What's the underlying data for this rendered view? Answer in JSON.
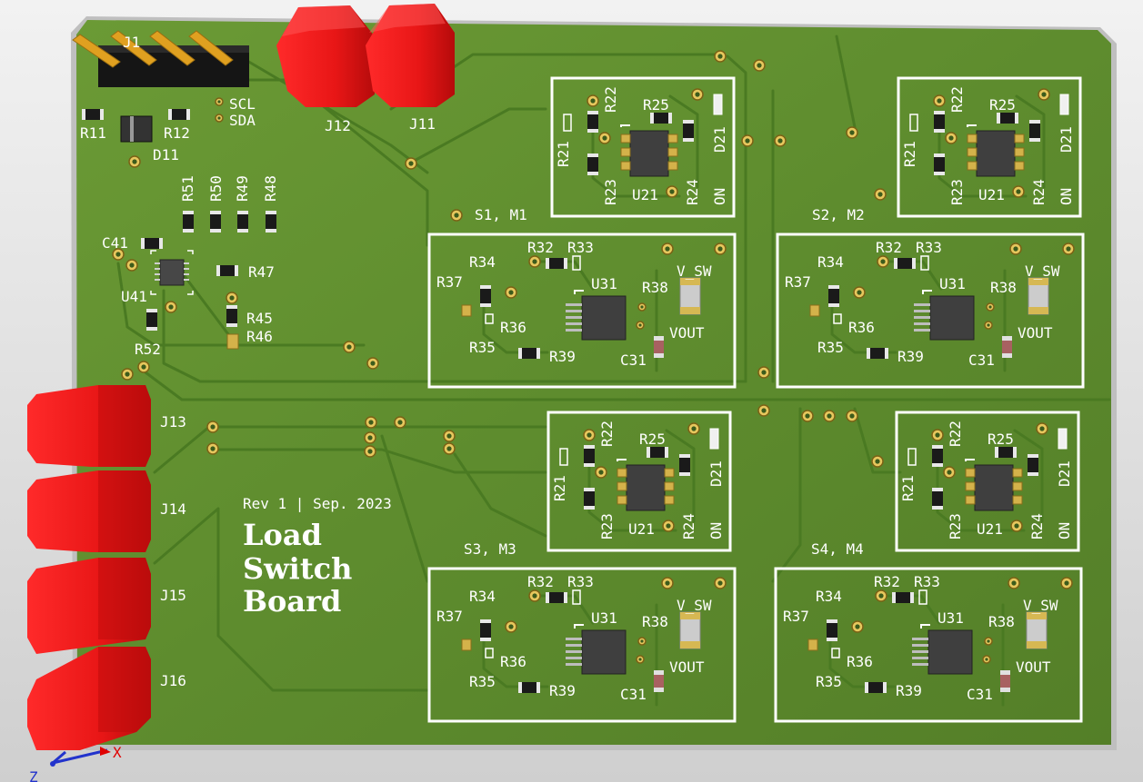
{
  "board": {
    "title_lines": [
      "Load",
      "Switch",
      "Board"
    ],
    "revision": "Rev 1 | Sep. 2023",
    "header_label": "J1",
    "i2c": {
      "scl": "SCL",
      "sda": "SDA"
    },
    "top_parts": {
      "r11": "R11",
      "r12": "R12",
      "d11": "D11",
      "j12": "J12",
      "j11": "J11"
    },
    "ctrl_parts": {
      "r51": "R51",
      "r50": "R50",
      "r49": "R49",
      "r48": "R48",
      "c41": "C41",
      "r47": "R47",
      "u41": "U41",
      "r45": "R45",
      "r46": "R46",
      "r52": "R52"
    },
    "connectors": [
      "J13",
      "J14",
      "J15",
      "J16"
    ],
    "axis": {
      "x": "X",
      "z": "Z"
    }
  },
  "channels": [
    {
      "id": "S1, M1"
    },
    {
      "id": "S2, M2"
    },
    {
      "id": "S3, M3"
    },
    {
      "id": "S4, M4"
    }
  ],
  "block_labels": {
    "r21": "R21",
    "r22": "R22",
    "r23": "R23",
    "r24": "R24",
    "r25": "R25",
    "u21": "U21",
    "d21": "D21",
    "on": "ON",
    "r32": "R32",
    "r33": "R33",
    "r34": "R34",
    "r35": "R35",
    "r36": "R36",
    "r37": "R37",
    "r38": "R38",
    "r39": "R39",
    "u31": "U31",
    "c31": "C31",
    "vsw": "V_SW",
    "vout": "VOUT"
  },
  "colors": {
    "board": "#5f8e2f",
    "board_edge": "#cfcfcf",
    "silk": "#ffffff",
    "connector": "#e8161b",
    "pad": "#d4b24a"
  }
}
